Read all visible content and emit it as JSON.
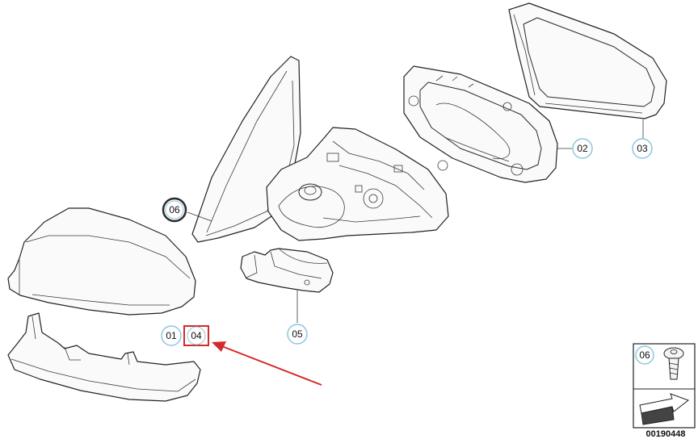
{
  "callouts": {
    "c01": "01",
    "c02": "02",
    "c03": "03",
    "c04": "04",
    "c05": "05",
    "c06a": "06",
    "c06b": "06"
  },
  "diagram_id": "00190448",
  "colors": {
    "callout_stroke": "#8fc6df",
    "highlight": "#d42a2a",
    "arrow": "#d42a2a",
    "line": "#222222"
  },
  "icons": {
    "screw": "screw-icon",
    "direction": "arrow-right-icon"
  }
}
